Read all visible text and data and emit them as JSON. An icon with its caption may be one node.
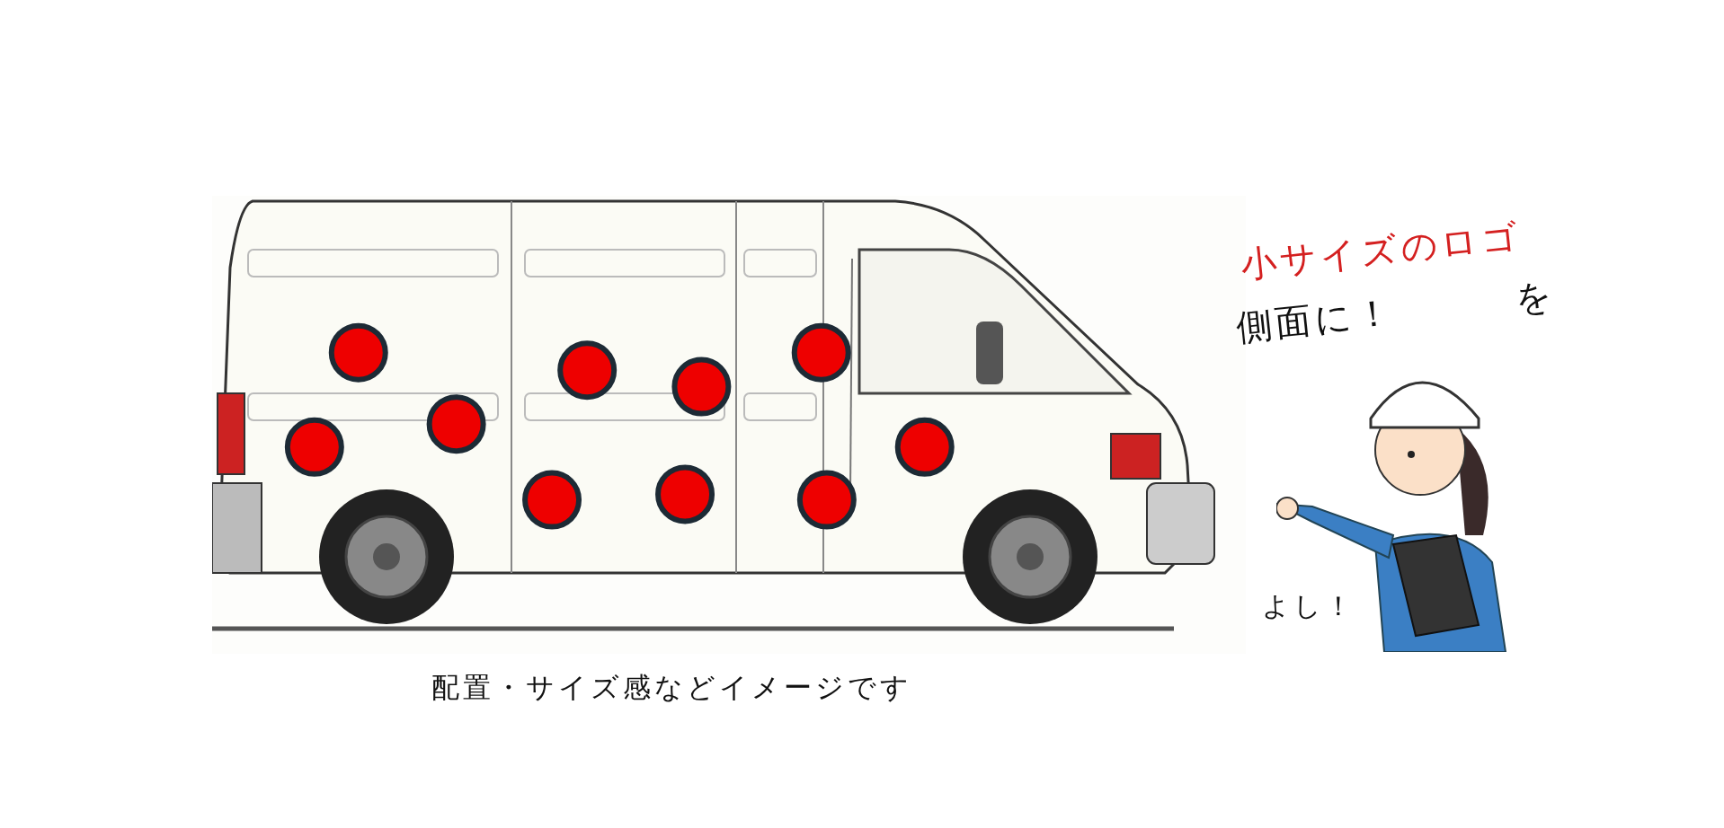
{
  "diagram": {
    "labels": [
      "小サイズのロゴ",
      "を",
      "側面に！",
      "よし！",
      "配置・サイズ感などイメージです"
    ]
  }
}
